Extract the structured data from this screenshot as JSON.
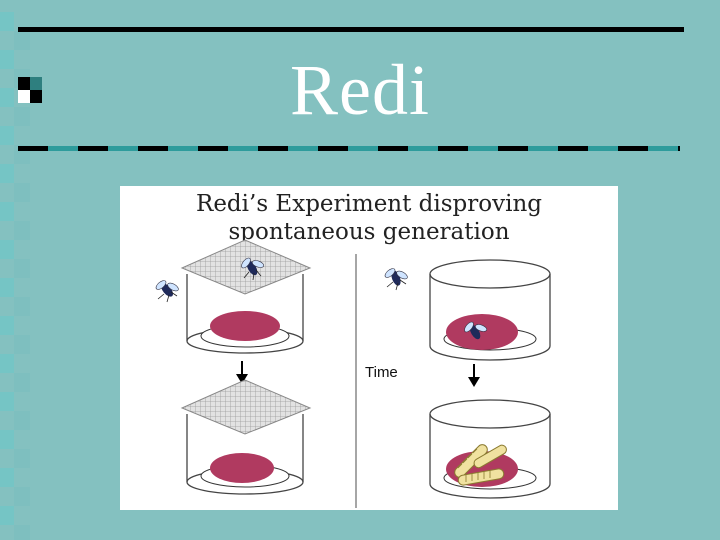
{
  "slide": {
    "title": "Redi"
  },
  "figure": {
    "title_line1": "Redi’s Experiment disproving",
    "title_line2": "spontaneous generation",
    "time_label": "Time"
  },
  "colors": {
    "background": "#84c1c0",
    "meat": "#b03a60",
    "rule": "#000000",
    "dash_alt": "#2e9c9c"
  }
}
